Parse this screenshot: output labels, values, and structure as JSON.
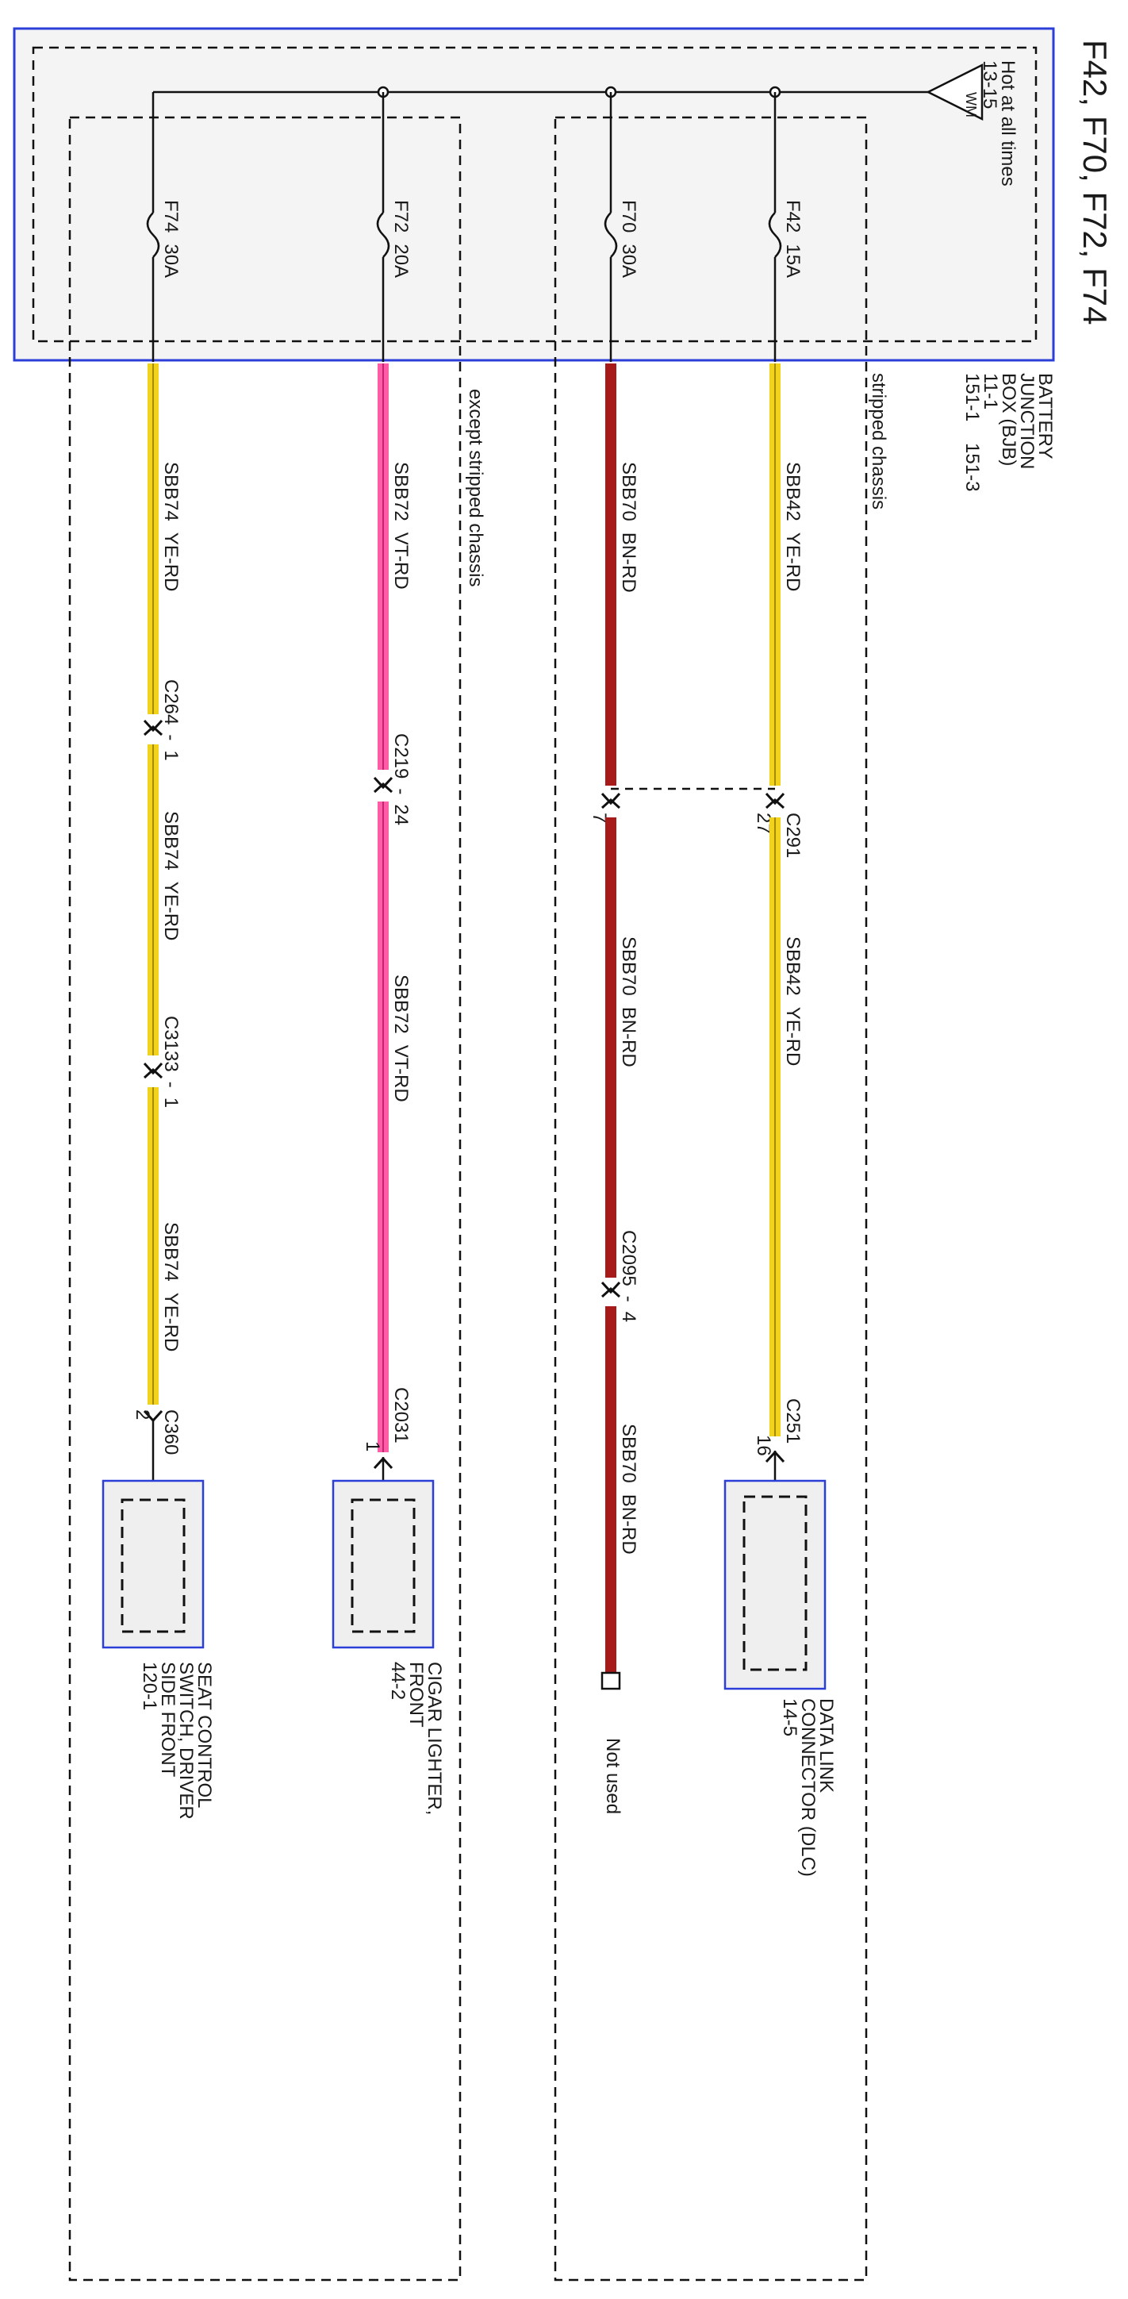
{
  "title": "F42, F70, F72, F74",
  "feed_label": "Hot at all times",
  "feed_ref": "13-15",
  "feed_tag": "WM",
  "bjb_lines": [
    "BATTERY",
    "JUNCTION",
    "BOX (BJB)",
    "11-1",
    "151-1    151-3"
  ],
  "zone_labels": {
    "stripped": "stripped chassis",
    "except_stripped": "except stripped chassis"
  },
  "fuses": [
    {
      "id": "F42",
      "rating": "15A"
    },
    {
      "id": "F70",
      "rating": "30A"
    },
    {
      "id": "F72",
      "rating": "20A"
    },
    {
      "id": "F74",
      "rating": "30A"
    }
  ],
  "circuits": {
    "f42": {
      "circuit": "SBB42",
      "color": "YE-RD",
      "connector_1": "C291",
      "pin_1": "27",
      "connector_2": "C251",
      "pin_2": "16"
    },
    "f70": {
      "circuit": "SBB70",
      "color": "BN-RD",
      "pin_1": "7",
      "connector_2": "C2095",
      "pin_2": "4",
      "end_label": "Not used"
    },
    "f72": {
      "circuit": "SBB72",
      "color": "VT-RD",
      "connector_1": "C219",
      "pin_1": "24",
      "connector_2": "C2031",
      "pin_2": "1"
    },
    "f74": {
      "circuit": "SBB74",
      "color": "YE-RD",
      "connector_1": "C264",
      "pin_1": "1",
      "connector_2": "C3133",
      "pin_2": "1",
      "connector_3": "C360",
      "pin_3": "2"
    }
  },
  "components": {
    "dlc": {
      "lines": [
        "DATA LINK",
        "CONNECTOR (DLC)",
        "14-5"
      ]
    },
    "cigar": {
      "lines": [
        "CIGAR LIGHTER,",
        "FRONT",
        "44-2"
      ]
    },
    "seat": {
      "lines": [
        "SEAT CONTROL",
        "SWITCH, DRIVER",
        "SIDE FRONT",
        "120-1"
      ]
    }
  },
  "colors": {
    "frame": "#2b3fd8",
    "yellow_wire": "#f2d21b",
    "red_wire": "#a61a1a",
    "violet_wire": "#ff5ca8",
    "box_fill": "#efefef"
  }
}
